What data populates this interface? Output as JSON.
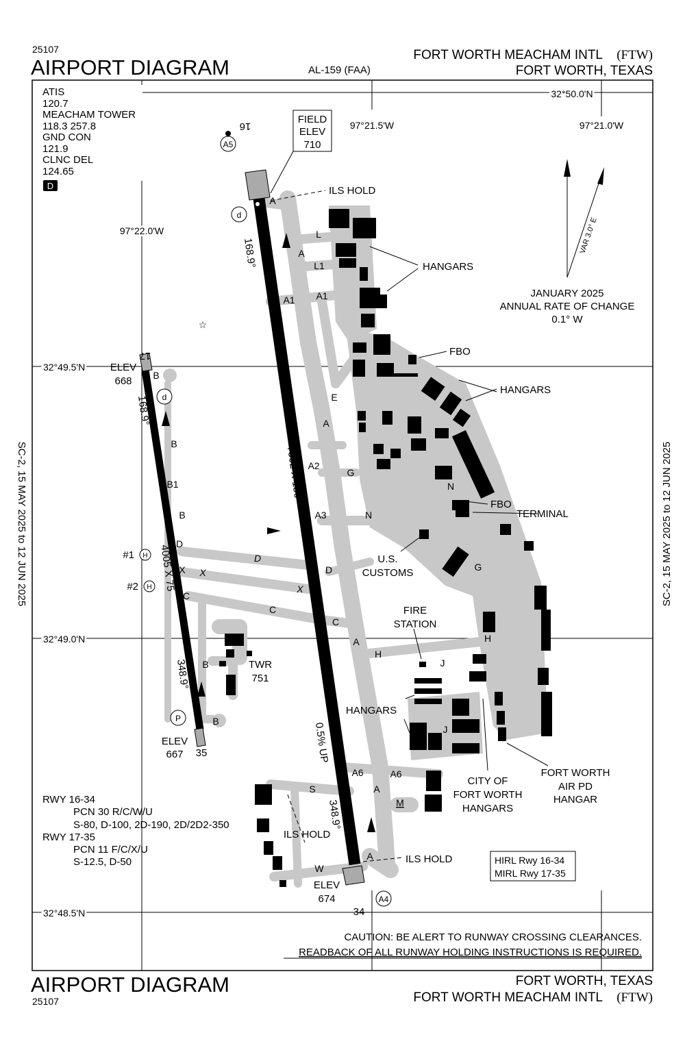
{
  "header": {
    "chart_number": "25107",
    "title": "AIRPORT DIAGRAM",
    "chart_id": "AL-159 (FAA)",
    "airport_name": "FORT WORTH MEACHAM INTL",
    "airport_id": "(FTW)",
    "city": "FORT WORTH, TEXAS"
  },
  "footer": {
    "chart_number": "25107",
    "title": "AIRPORT DIAGRAM",
    "city": "FORT WORTH, TEXAS",
    "airport_name": "FORT WORTH MEACHAM INTL",
    "airport_id": "(FTW)"
  },
  "side_text": {
    "left": "SC-2,  15 MAY 2025  to  12 JUN 2025",
    "right": "SC-2,  15 MAY 2025  to  12 JUN 2025"
  },
  "frequencies": [
    "ATIS",
    "120.7",
    "MEACHAM TOWER",
    "118.3  257.8",
    "GND CON",
    "121.9",
    "CLNC DEL",
    "124.65"
  ],
  "dep_badge": "D",
  "coordinates": {
    "lat_50_0": "32°50.0'N",
    "lat_49_5": "32°49.5'N",
    "lat_49_0": "32°49.0'N",
    "lat_48_5": "32°48.5'N",
    "lon_22_0": "97°22.0'W",
    "lon_21_5": "97°21.5'W",
    "lon_21_0": "97°21.0'W"
  },
  "field_elev": [
    "FIELD",
    "ELEV",
    "710"
  ],
  "magnetic": {
    "var": "VAR 3.0° E",
    "date": "JANUARY 2025",
    "rate_label": "ANNUAL RATE OF CHANGE",
    "rate": "0.1° W"
  },
  "runways": {
    "r16": "16",
    "r34": "34",
    "r17": "17",
    "r35": "35",
    "r16_34_dims": "7502 X 150",
    "r17_35_dims": "4005 X 75",
    "hdg_16": "168.9°",
    "hdg_34": "348.9°",
    "hdg_17": "168.9°",
    "hdg_35": "348.9°",
    "slope": "0.5% UP",
    "elev_17": [
      "ELEV",
      "668"
    ],
    "elev_35": [
      "ELEV",
      "667"
    ],
    "elev_34": [
      "ELEV",
      "674"
    ]
  },
  "labels": {
    "ils_hold_n": "ILS HOLD",
    "ils_hold_s": "ILS HOLD",
    "ils_hold_w": "ILS HOLD",
    "hangars_1": "HANGARS",
    "hangars_2": "HANGARS",
    "hangars_3": "HANGARS",
    "fbo_1": "FBO",
    "fbo_2": "FBO",
    "terminal": "TERMINAL",
    "customs": [
      "U.S.",
      "CUSTOMS"
    ],
    "fire": [
      "FIRE",
      "STATION"
    ],
    "twr": [
      "TWR",
      "751"
    ],
    "city_hangars": [
      "CITY OF",
      "FORT WORTH",
      "HANGARS"
    ],
    "pd_hangar": [
      "FORT WORTH",
      "AIR PD",
      "HANGAR"
    ],
    "helipad_1": "#1",
    "helipad_2": "#2",
    "hot_a5": "A5",
    "hot_a4": "A4"
  },
  "taxiways": [
    "A",
    "L",
    "A",
    "L1",
    "A1",
    "A1",
    "E",
    "A",
    "A2",
    "G",
    "A3",
    "N",
    "N",
    "D",
    "G",
    "H",
    "H",
    "C",
    "A",
    "J",
    "J",
    "A6",
    "A6",
    "A",
    "M",
    "S",
    "W",
    "A",
    "B",
    "B",
    "B1",
    "B",
    "D",
    "X",
    "X",
    "C",
    "B",
    "B",
    "D",
    "X",
    "C"
  ],
  "pcn": [
    "RWY 16-34",
    "PCN 30 R/C/W/U",
    "S-80, D-100, 2D-190, 2D/2D2-350",
    "RWY 17-35",
    "PCN 11 F/C/X/U",
    "S-12.5, D-50"
  ],
  "lighting": [
    "HIRL Rwy 16-34",
    "MIRL Rwy 17-35"
  ],
  "caution": [
    "CAUTION: BE ALERT TO RUNWAY CROSSING CLEARANCES.",
    "READBACK OF ALL RUNWAY HOLDING INSTRUCTIONS IS REQUIRED."
  ]
}
